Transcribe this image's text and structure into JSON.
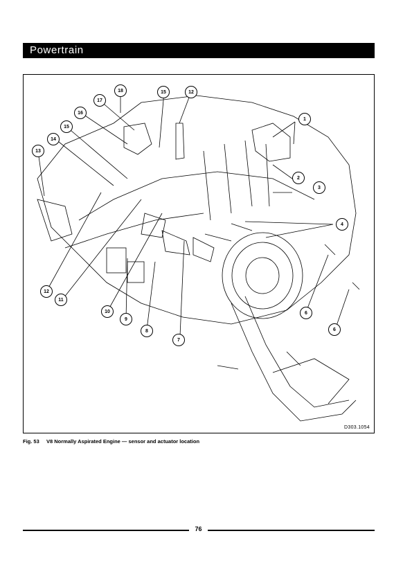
{
  "header": {
    "section_title": "Powertrain"
  },
  "figure": {
    "callouts": [
      "1",
      "2",
      "3",
      "4",
      "6",
      "6",
      "7",
      "8",
      "9",
      "10",
      "11",
      "12",
      "12",
      "13",
      "14",
      "15",
      "15",
      "16",
      "17",
      "18"
    ],
    "figure_id": "D303.1054",
    "caption_number": "Fig. 53",
    "caption_text": "V8 Normally Aspirated Engine — sensor and actuator location"
  },
  "footer": {
    "page_number": "76"
  }
}
